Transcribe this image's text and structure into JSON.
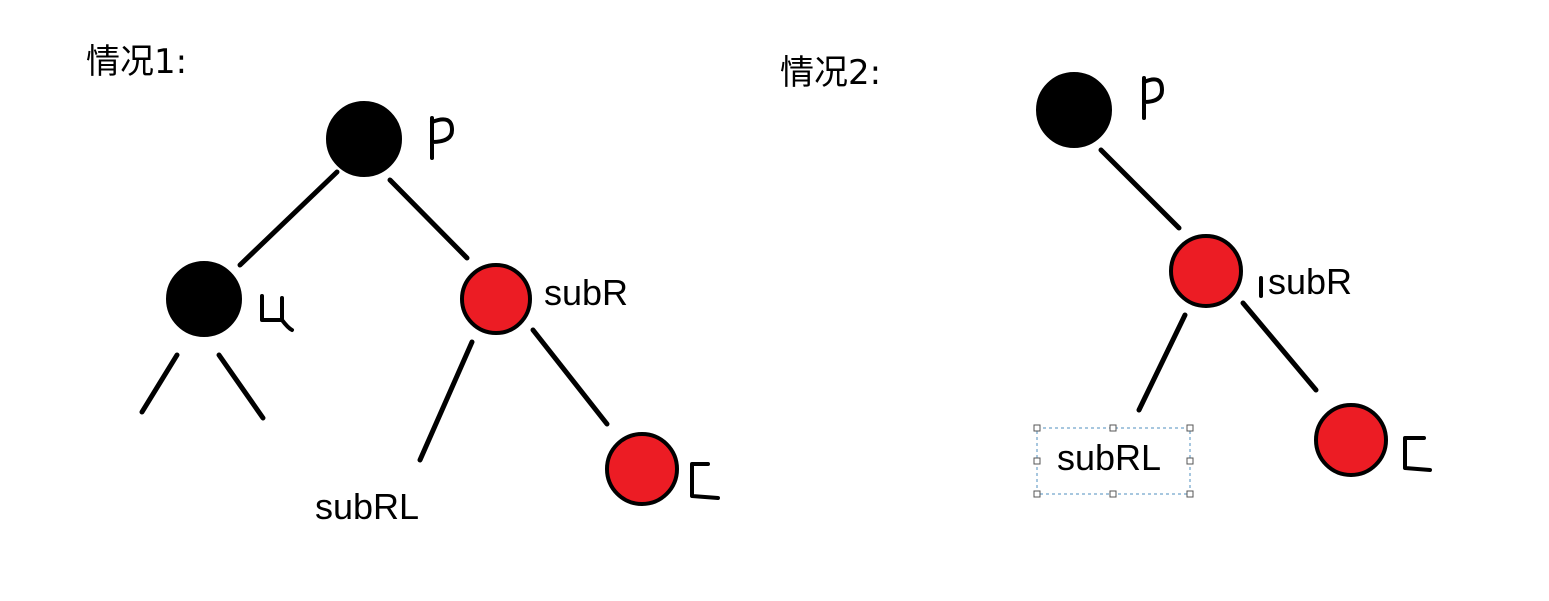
{
  "case1": {
    "title": "情况1:",
    "labels": {
      "subR": "subR",
      "subRL": "subRL"
    },
    "handwritten": {
      "p": "p",
      "u": "u",
      "c": "c"
    }
  },
  "case2": {
    "title": "情况2:",
    "labels": {
      "subR": "subR",
      "subRL": "subRL"
    },
    "handwritten": {
      "p": "p",
      "c": "c"
    }
  },
  "colors": {
    "black_node": "#000000",
    "red_node": "#ec1c24",
    "selection": "#4f8fbf"
  }
}
